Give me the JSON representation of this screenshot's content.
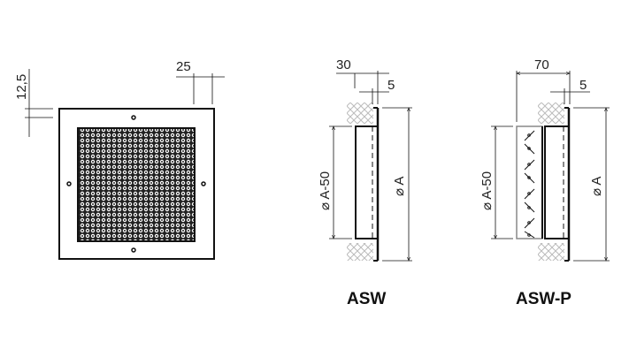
{
  "front_view": {
    "dim_frame_width": "25",
    "dim_frame_offset": "12,5"
  },
  "asw": {
    "label": "ASW",
    "dim_depth": "30",
    "dim_plate": "5",
    "dim_inner": "⌀ A-50",
    "dim_outer": "⌀ A"
  },
  "asw_p": {
    "label": "ASW-P",
    "dim_depth": "70",
    "dim_plate": "5",
    "dim_inner": "⌀ A-50",
    "dim_outer": "⌀ A"
  },
  "colors": {
    "line": "#111111",
    "hatch": "#bbbbbb"
  }
}
